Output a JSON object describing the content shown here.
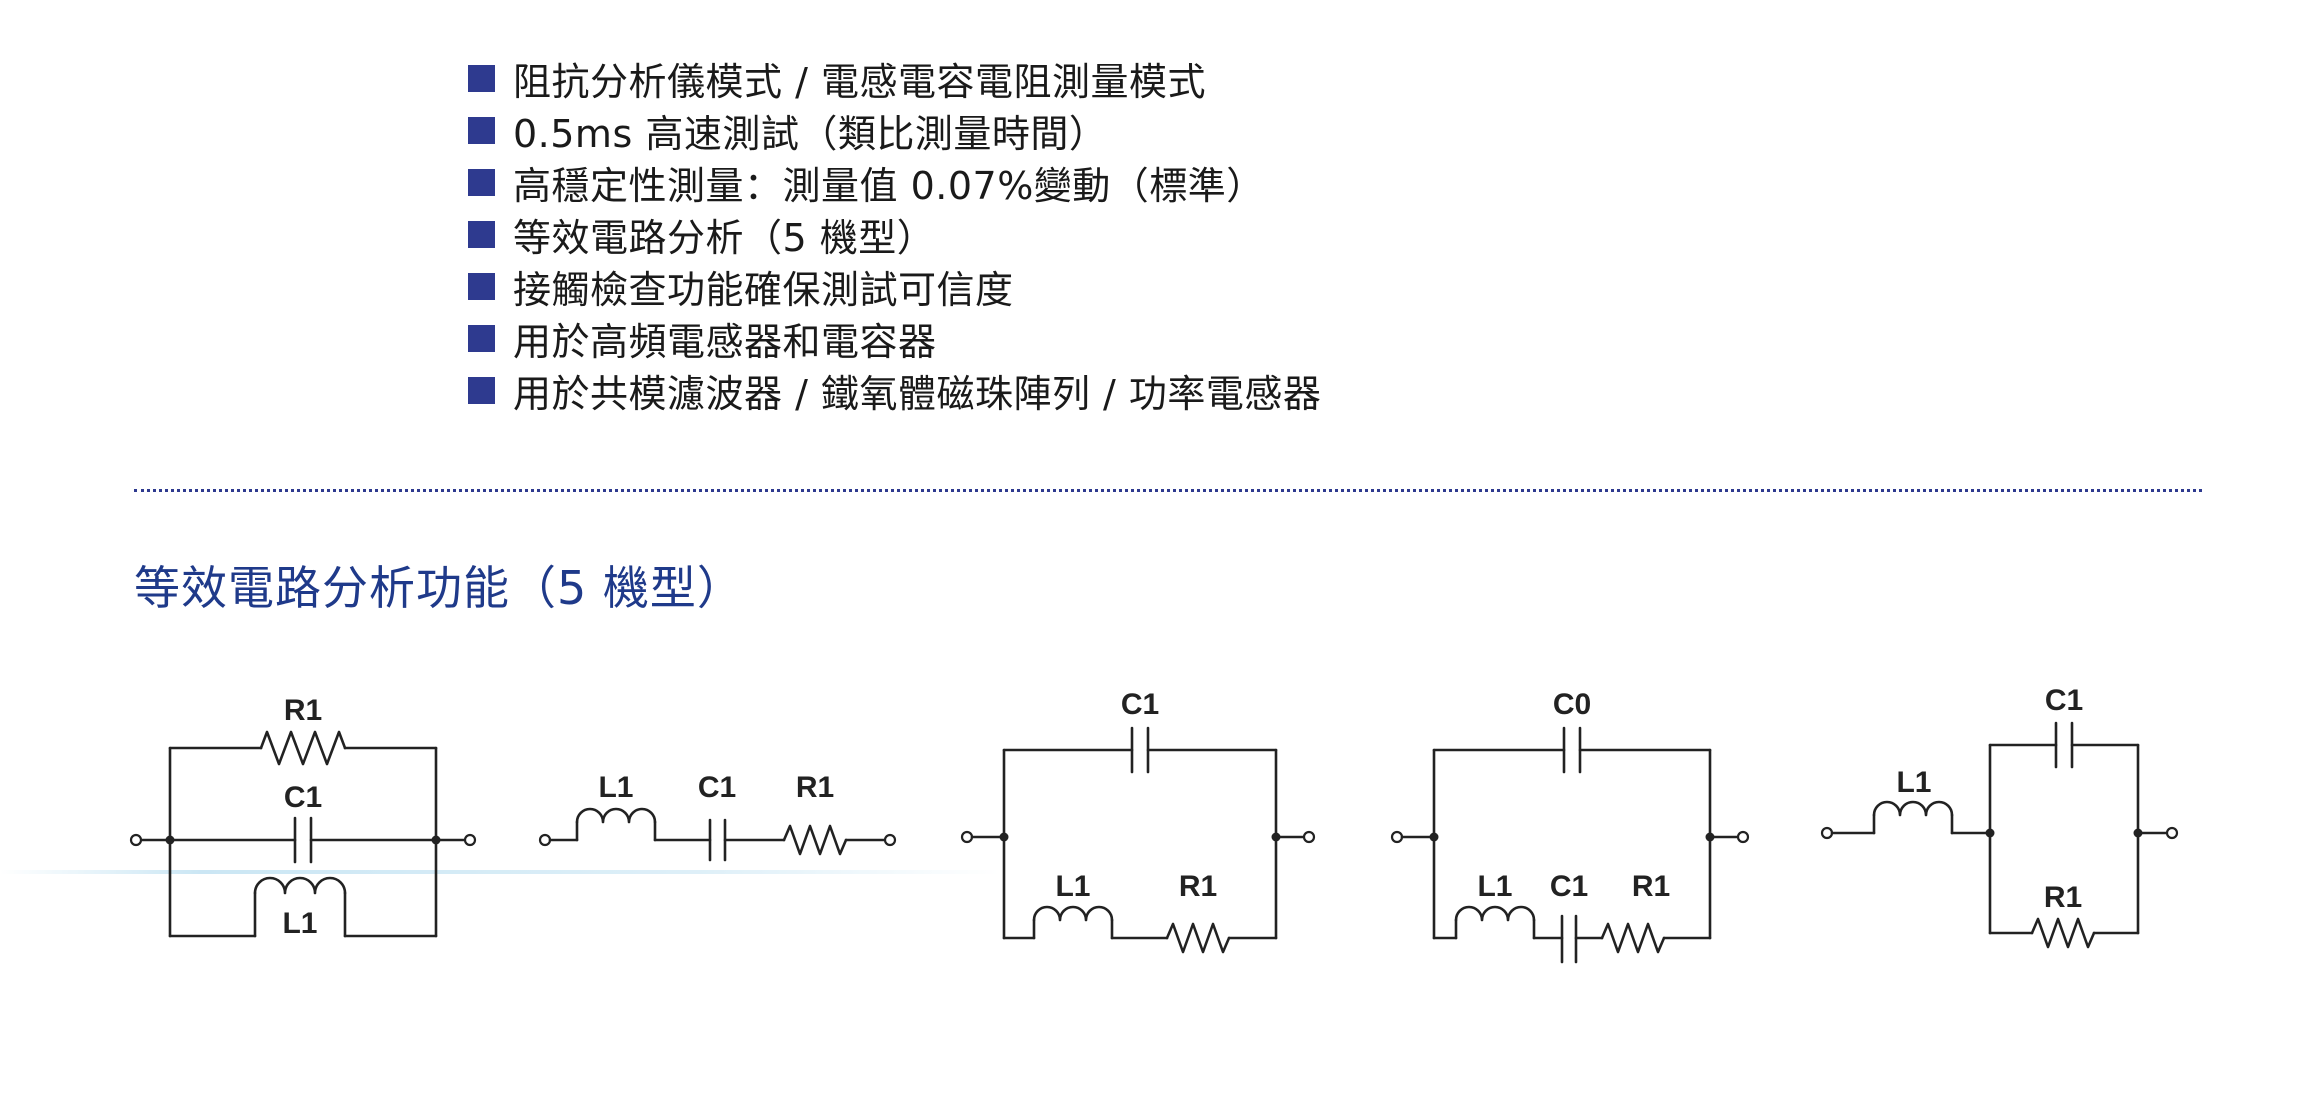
{
  "features": [
    "阻抗分析儀模式 / 電感電容電阻測量模式",
    "0.5ms 高速測試（類比測量時間）",
    "高穩定性測量：測量值 0.07%變動（標準）",
    "等效電路分析（5 機型）",
    "接觸檢查功能確保測試可信度",
    "用於高頻電感器和電容器",
    "用於共模濾波器 / 鐵氧體磁珠陣列 / 功率電感器"
  ],
  "section_title": "等效電路分析功能（5 機型）",
  "circuits": [
    {
      "labels": {
        "r1": "R1",
        "c1": "C1",
        "l1": "L1"
      }
    },
    {
      "labels": {
        "l1": "L1",
        "c1": "C1",
        "r1": "R1"
      }
    },
    {
      "labels": {
        "c1": "C1",
        "l1": "L1",
        "r1": "R1"
      }
    },
    {
      "labels": {
        "c0": "C0",
        "l1": "L1",
        "c1": "C1",
        "r1": "R1"
      }
    },
    {
      "labels": {
        "c1": "C1",
        "l1": "L1",
        "r1": "R1"
      }
    }
  ],
  "colors": {
    "accent": "#2e3a8f",
    "title": "#1f3a8a",
    "text": "#1a1a1a"
  }
}
